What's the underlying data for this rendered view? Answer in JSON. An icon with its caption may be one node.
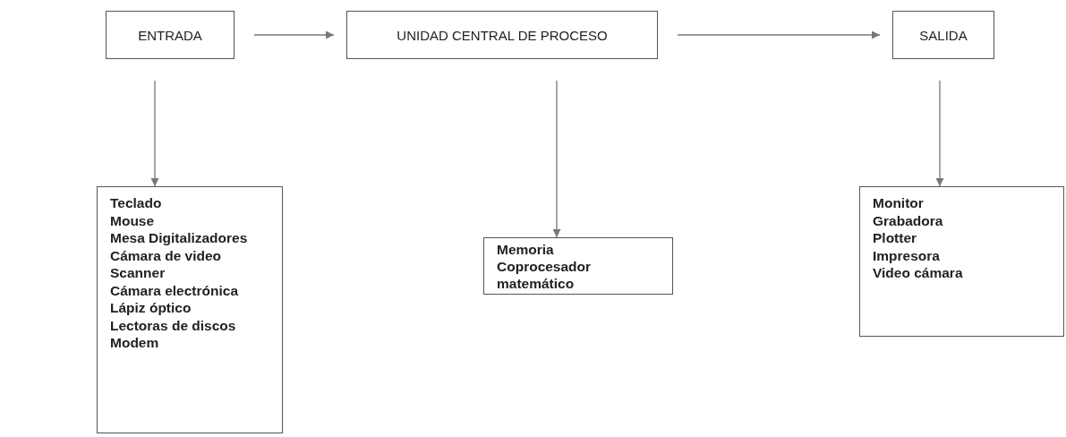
{
  "diagram": {
    "nodes": [
      {
        "text": [
          "ENTRADA"
        ]
      },
      {
        "text": [
          "UNIDAD CENTRAL DE PROCESO"
        ]
      },
      {
        "text": [
          "SALIDA"
        ]
      },
      {
        "text": [
          "Teclado",
          "Mouse",
          "Mesa Digitalizadores",
          "Cámara de video",
          "Scanner",
          "Cámara electrónica",
          "Lápiz óptico",
          "Lectoras de discos",
          "Modem"
        ]
      },
      {
        "text": [
          "Memoria",
          "Coprocesador matemático"
        ]
      },
      {
        "text": [
          "Monitor",
          "Grabadora",
          "Plotter",
          "Impresora",
          "Video cámara"
        ]
      }
    ],
    "edges": [
      {
        "from": 0,
        "to": 1,
        "arrow": "to"
      },
      {
        "from": 1,
        "to": 2,
        "arrow": "to"
      },
      {
        "from": 0,
        "to": 3,
        "arrow": "to"
      },
      {
        "from": 1,
        "to": 4,
        "arrow": "to"
      },
      {
        "from": 2,
        "to": 5,
        "arrow": "to"
      }
    ]
  }
}
